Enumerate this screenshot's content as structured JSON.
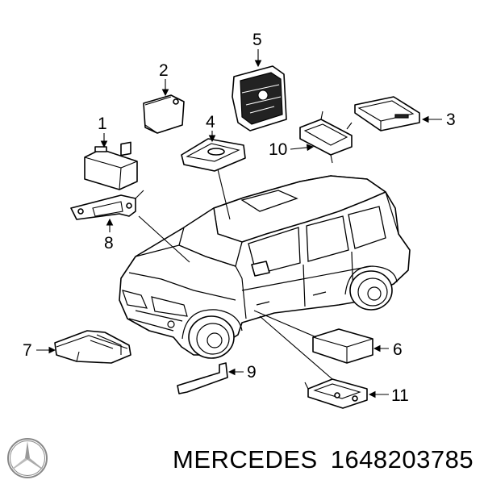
{
  "callouts": {
    "c1": "1",
    "c2": "2",
    "c3": "3",
    "c4": "4",
    "c5": "5",
    "c6": "6",
    "c7": "7",
    "c8": "8",
    "c9": "9",
    "c10": "10",
    "c11": "11"
  },
  "footer": {
    "brand": "MERCEDES",
    "part_number": "1648203785"
  }
}
